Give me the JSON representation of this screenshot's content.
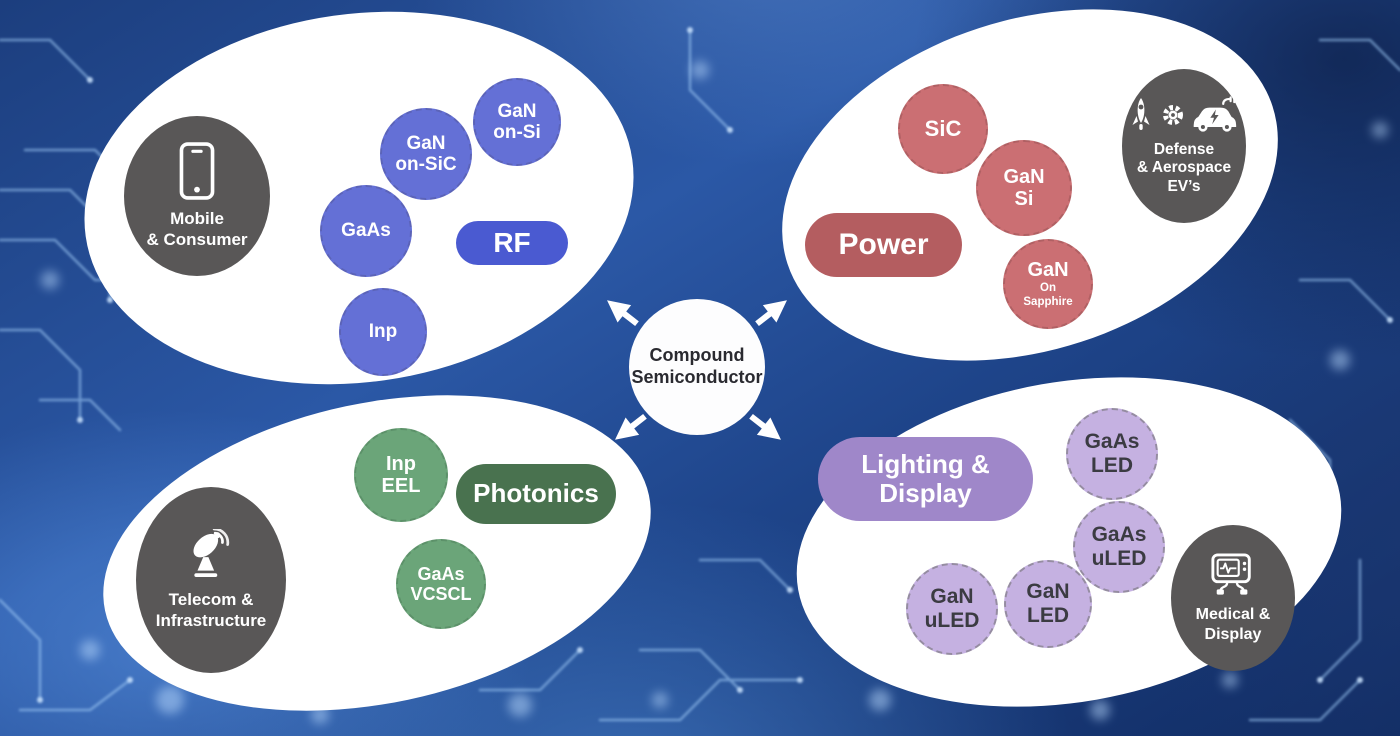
{
  "center": {
    "label": "Compound\nSemiconductor"
  },
  "colors": {
    "rf_node": "#6470d6",
    "rf_pill": "#4a5ad1",
    "power_node": "#cb6f73",
    "power_pill": "#b45d60",
    "photonics_node": "#6ba579",
    "photonics_pill": "#49724f",
    "lighting_node": "#c5b1e1",
    "lighting_pill": "#9f87c9",
    "category_circle": "#595757",
    "panel": "#ffffff",
    "background_blue": "#2b58a6"
  },
  "groups": {
    "rf": {
      "pill_label": "RF",
      "category": {
        "label": "Mobile\n& Consumer",
        "icon": "smartphone-icon"
      },
      "nodes": [
        {
          "label": "GaN\non-SiC"
        },
        {
          "label": "GaN\non-Si"
        },
        {
          "label": "GaAs"
        },
        {
          "label": "Inp"
        }
      ]
    },
    "power": {
      "pill_label": "Power",
      "category": {
        "label": "Defense\n& Aerospace\nEV’s",
        "icons": [
          "rocket-icon",
          "gear-icon",
          "ev-car-icon"
        ]
      },
      "nodes": [
        {
          "label": "SiC"
        },
        {
          "label": "GaN\nSi"
        },
        {
          "label": "GaN",
          "sub": "On\nSapphire"
        }
      ]
    },
    "photonics": {
      "pill_label": "Photonics",
      "category": {
        "label": "Telecom &\nInfrastructure",
        "icon": "satellite-dish-icon"
      },
      "nodes": [
        {
          "label": "Inp\nEEL"
        },
        {
          "label": "GaAs\nVCSCL"
        }
      ]
    },
    "lighting": {
      "pill_label": "Lighting &\nDisplay",
      "category": {
        "label": "Medical &\nDisplay",
        "icon": "medical-monitor-icon"
      },
      "nodes": [
        {
          "label": "GaAs\nLED"
        },
        {
          "label": "GaAs\nuLED"
        },
        {
          "label": "GaN\nuLED"
        },
        {
          "label": "GaN\nLED"
        }
      ]
    }
  }
}
